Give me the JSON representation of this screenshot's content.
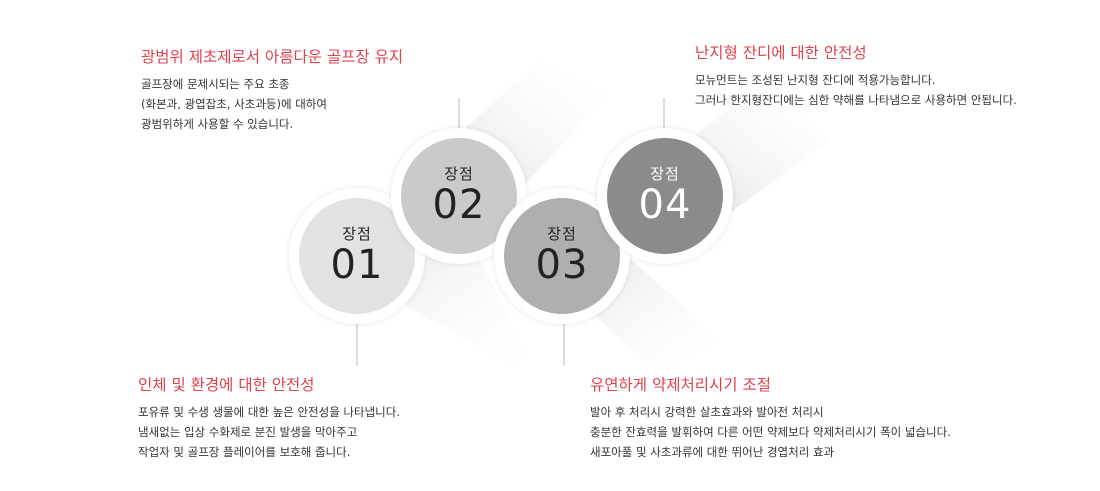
{
  "advantages": [
    {
      "label": "장점",
      "number": "01",
      "title": "광범위 제초제로서 아름다운 골프장 유지",
      "lines": [
        "골프장에 문제시되는 주요 초종",
        "(화본과, 광엽잡초, 사초과등)에 대하여",
        "광범위하게 사용할 수 있습니다."
      ]
    },
    {
      "label": "장점",
      "number": "02",
      "title": "인체 및 환경에 대한 안전성",
      "lines": [
        "포유류 및 수생 생물에 대한 높은 안전성을 나타냅니다.",
        "냄새없는 입상 수화제로 분진 발생을 막아주고",
        "작업자 및 골프장 플레이어를 보호해 줍니다."
      ]
    },
    {
      "label": "장점",
      "number": "03",
      "title": "난지형 잔디에 대한 안전성",
      "lines": [
        "모뉴먼트는 조성된 난지형 잔디에 적용가능합니다.",
        "그러나 한지형잔디에는 심한 약해를 나타냄으로 사용하면 안됩니다."
      ]
    },
    {
      "label": "장점",
      "number": "04",
      "title": "유연하게 약제처리시기 조절",
      "lines": [
        "발아 후 처리시 강력한 살초효과와 발아전 처리시",
        "충분한 잔효력을 발휘하여 다른 어떤 약제보다 약제처리시기 폭이 넓습니다.",
        "새포아풀 및 사초과류에 대한 뛰어난 경엽처리 효과"
      ]
    }
  ],
  "colors": {
    "title_red": "#e0414c",
    "circle_01": "#e2e2e2",
    "circle_02": "#cacaca",
    "circle_03": "#afafaf",
    "circle_04": "#8b8b8b"
  }
}
